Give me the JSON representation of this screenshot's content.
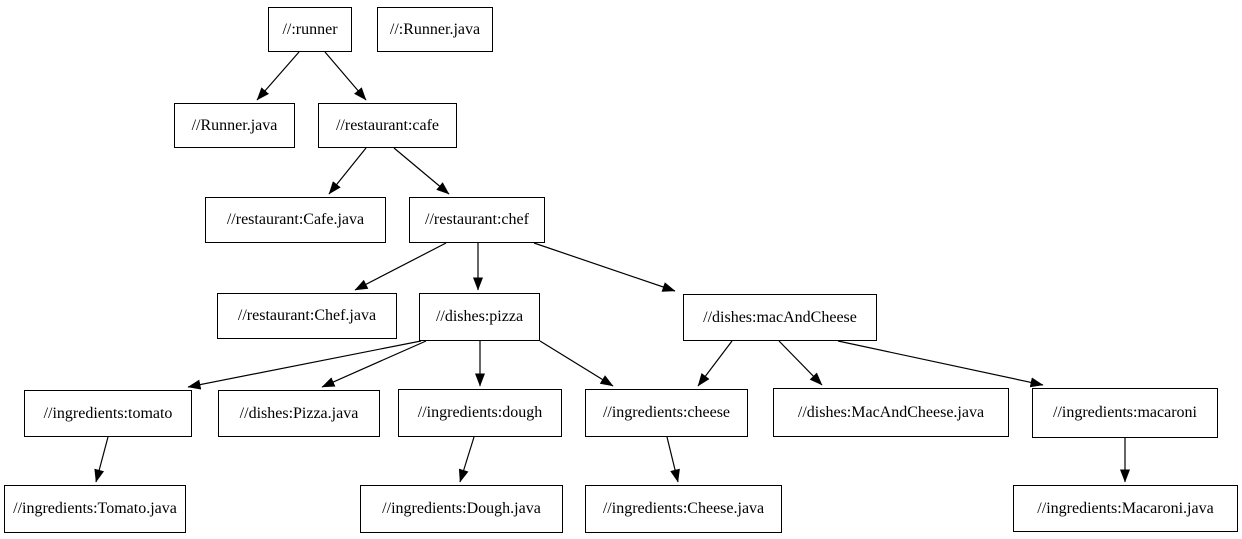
{
  "diagram": {
    "type": "dependency-graph",
    "background_color": "#ffffff",
    "node_fill_color": "#ffffff",
    "node_border_color": "#000000",
    "text_color": "#000000",
    "edge_color": "#000000",
    "nodes": [
      {
        "id": "runner",
        "label": "//:runner"
      },
      {
        "id": "runner_java_root",
        "label": "//:Runner.java"
      },
      {
        "id": "runner_java",
        "label": "//Runner.java"
      },
      {
        "id": "cafe",
        "label": "//restaurant:cafe"
      },
      {
        "id": "cafe_java",
        "label": "//restaurant:Cafe.java"
      },
      {
        "id": "chef",
        "label": "//restaurant:chef"
      },
      {
        "id": "chef_java",
        "label": "//restaurant:Chef.java"
      },
      {
        "id": "pizza",
        "label": "//dishes:pizza"
      },
      {
        "id": "mac_and_cheese",
        "label": "//dishes:macAndCheese"
      },
      {
        "id": "tomato",
        "label": "//ingredients:tomato"
      },
      {
        "id": "pizza_java",
        "label": "//dishes:Pizza.java"
      },
      {
        "id": "dough",
        "label": "//ingredients:dough"
      },
      {
        "id": "cheese",
        "label": "//ingredients:cheese"
      },
      {
        "id": "mac_and_cheese_java",
        "label": "//dishes:MacAndCheese.java"
      },
      {
        "id": "macaroni",
        "label": "//ingredients:macaroni"
      },
      {
        "id": "tomato_java",
        "label": "//ingredients:Tomato.java"
      },
      {
        "id": "dough_java",
        "label": "//ingredients:Dough.java"
      },
      {
        "id": "cheese_java",
        "label": "//ingredients:Cheese.java"
      },
      {
        "id": "macaroni_java",
        "label": "//ingredients:Macaroni.java"
      }
    ],
    "edges": [
      {
        "from": "runner",
        "to": "runner_java"
      },
      {
        "from": "runner",
        "to": "cafe"
      },
      {
        "from": "cafe",
        "to": "cafe_java"
      },
      {
        "from": "cafe",
        "to": "chef"
      },
      {
        "from": "chef",
        "to": "chef_java"
      },
      {
        "from": "chef",
        "to": "pizza"
      },
      {
        "from": "chef",
        "to": "mac_and_cheese"
      },
      {
        "from": "pizza",
        "to": "tomato"
      },
      {
        "from": "pizza",
        "to": "pizza_java"
      },
      {
        "from": "pizza",
        "to": "dough"
      },
      {
        "from": "pizza",
        "to": "cheese"
      },
      {
        "from": "mac_and_cheese",
        "to": "cheese"
      },
      {
        "from": "mac_and_cheese",
        "to": "mac_and_cheese_java"
      },
      {
        "from": "mac_and_cheese",
        "to": "macaroni"
      },
      {
        "from": "tomato",
        "to": "tomato_java"
      },
      {
        "from": "dough",
        "to": "dough_java"
      },
      {
        "from": "cheese",
        "to": "cheese_java"
      },
      {
        "from": "macaroni",
        "to": "macaroni_java"
      }
    ]
  }
}
